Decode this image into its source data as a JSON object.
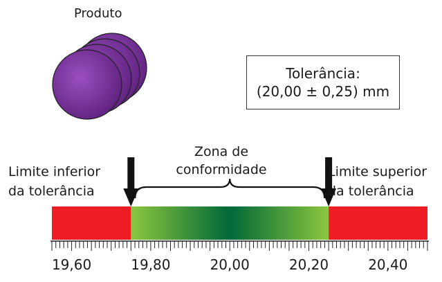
{
  "product": {
    "label": "Produto",
    "disc_color": "#7a3a9a"
  },
  "tolerance_box": {
    "line1": "Tolerância:",
    "line2": "(20,00 ± 0,25) mm"
  },
  "zone": {
    "line1": "Zona de",
    "line2": "conformidade"
  },
  "lower_limit": {
    "line1": "Limite inferior",
    "line2": "da tolerância"
  },
  "upper_limit": {
    "line1": "Limite superior",
    "line2": "da tolerância"
  },
  "scale": {
    "min": 19.55,
    "max": 20.5,
    "lower_tolerance": 19.75,
    "upper_tolerance": 20.25,
    "minor_step": 0.01,
    "tick_labels": [
      {
        "value": 19.6,
        "text": "19,60"
      },
      {
        "value": 19.8,
        "text": "19,80"
      },
      {
        "value": 20.0,
        "text": "20,00"
      },
      {
        "value": 20.2,
        "text": "20,20"
      },
      {
        "value": 20.4,
        "text": "20,40"
      }
    ]
  },
  "colors": {
    "out_of_tolerance": "#ee1c25",
    "conformity_edge": "#8cc63f",
    "conformity_center": "#006838"
  }
}
